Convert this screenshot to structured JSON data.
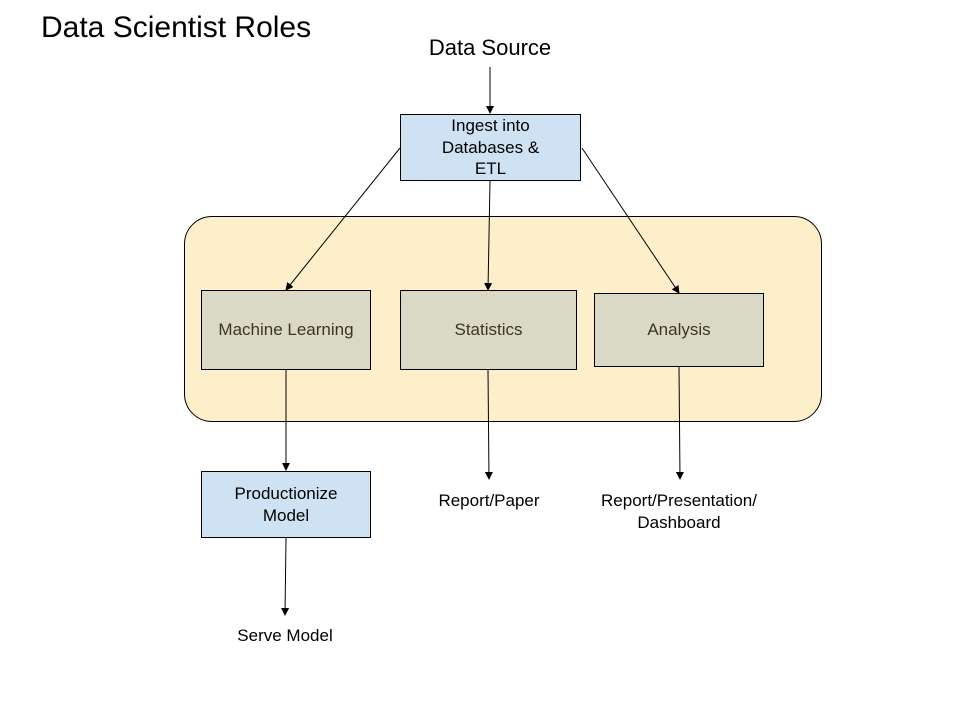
{
  "diagram": {
    "title": "Data Scientist Roles",
    "colors": {
      "process_fill": "#cfe2f3",
      "role_fill": "#d9d9c6",
      "group_fill": "#fdefc9",
      "stroke": "#000000",
      "role_text": "#3d3522"
    },
    "source": {
      "label": "Data Source"
    },
    "ingest": {
      "label": "Ingest into\nDatabases &\nETL"
    },
    "roles": [
      {
        "label": "Machine Learning"
      },
      {
        "label": "Statistics"
      },
      {
        "label": "Analysis"
      }
    ],
    "productionize": {
      "label": "Productionize\nModel"
    },
    "outputs": {
      "report_paper": "Report/Paper",
      "report_presentation": "Report/Presentation/\nDashboard",
      "serve_model": "Serve Model"
    },
    "edges": [
      {
        "from": "Data Source",
        "to": "Ingest into Databases & ETL"
      },
      {
        "from": "Ingest into Databases & ETL",
        "to": "Machine Learning"
      },
      {
        "from": "Ingest into Databases & ETL",
        "to": "Statistics"
      },
      {
        "from": "Ingest into Databases & ETL",
        "to": "Analysis"
      },
      {
        "from": "Machine Learning",
        "to": "Productionize Model"
      },
      {
        "from": "Statistics",
        "to": "Report/Paper"
      },
      {
        "from": "Analysis",
        "to": "Report/Presentation/Dashboard"
      },
      {
        "from": "Productionize Model",
        "to": "Serve Model"
      }
    ]
  }
}
